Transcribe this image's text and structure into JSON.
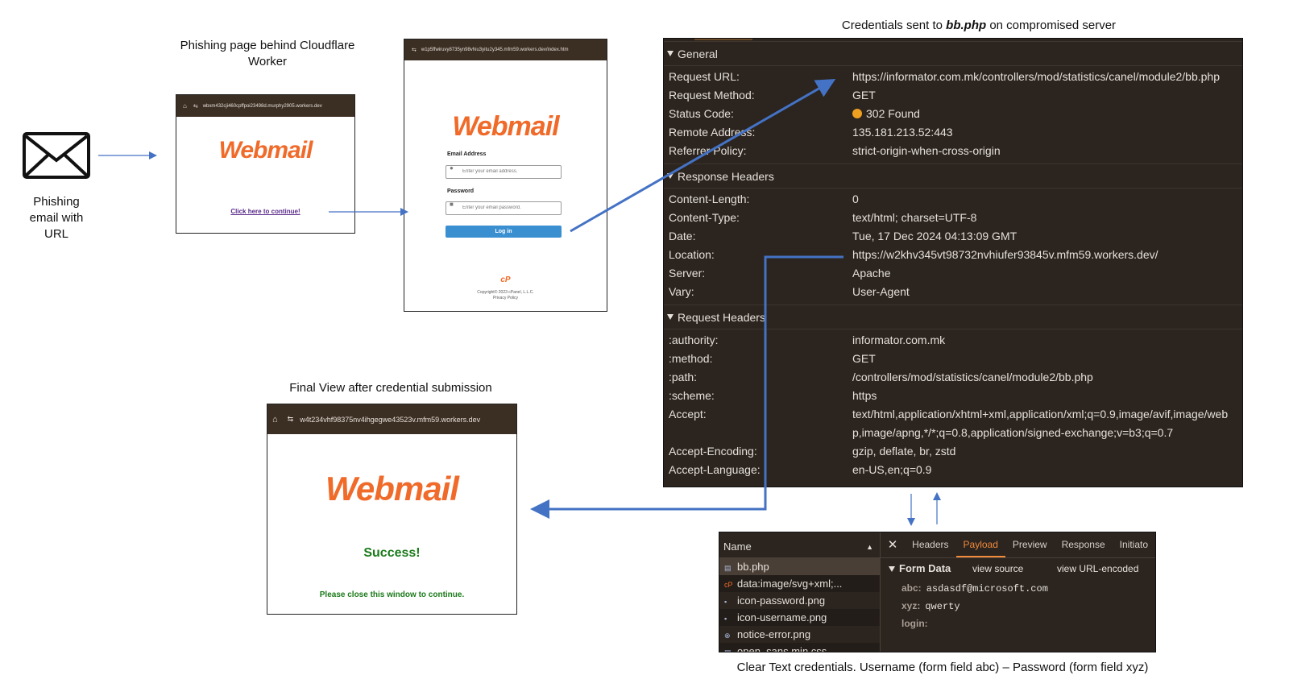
{
  "captions": {
    "phish_page": "Phishing page behind Cloudflare Worker",
    "credentials_sent_prefix": "Credentials sent to ",
    "credentials_sent_file": "bb.php",
    "credentials_sent_suffix": " on compromised server",
    "final_view": "Final View after credential submission",
    "email": "Phishing email with URL",
    "clear_text": "Clear Text credentials. Username (form field abc) – Password (form field xyz)"
  },
  "email_icon": "envelope-icon",
  "screen1": {
    "url": "wbxm432cji460cpffpoi23498d.murphy2905.workers.dev",
    "logo": "Webmail",
    "link": "Click here to continue!"
  },
  "screen2": {
    "url": "w1p5ffwiruvy8735yn98vhiu3yitu2y345.mfm59.workers.dev/index.htm",
    "logo": "Webmail",
    "email_label": "Email Address",
    "email_placeholder": "Enter your email address.",
    "password_label": "Password",
    "password_placeholder": "Enter your email password.",
    "login_button": "Log in",
    "footer_logo": "cP",
    "copyright": "Copyright© 2023 cPanel, L.L.C.",
    "privacy": "Privacy Policy"
  },
  "screen3": {
    "url": "w4t234vhf98375nv4ihgegwe43523v.mfm59.workers.dev",
    "logo": "Webmail",
    "success": "Success!",
    "close_msg": "Please close this window to continue."
  },
  "devtools": {
    "general_title": "General",
    "general": [
      {
        "k": "Request URL:",
        "v": "https://informator.com.mk/controllers/mod/statistics/canel/module2/bb.php"
      },
      {
        "k": "Request Method:",
        "v": "GET"
      },
      {
        "k": "Status Code:",
        "v": "302 Found"
      },
      {
        "k": "Remote Address:",
        "v": "135.181.213.52:443"
      },
      {
        "k": "Referrer Policy:",
        "v": "strict-origin-when-cross-origin"
      }
    ],
    "response_title": "Response Headers",
    "response": [
      {
        "k": "Content-Length:",
        "v": "0"
      },
      {
        "k": "Content-Type:",
        "v": "text/html; charset=UTF-8"
      },
      {
        "k": "Date:",
        "v": "Tue, 17 Dec 2024 04:13:09 GMT"
      },
      {
        "k": "Location:",
        "v": "https://w2khv345vt98732nvhiufer93845v.mfm59.workers.dev/"
      },
      {
        "k": "Server:",
        "v": "Apache"
      },
      {
        "k": "Vary:",
        "v": "User-Agent"
      }
    ],
    "request_title": "Request Headers",
    "request": [
      {
        "k": ":authority:",
        "v": "informator.com.mk"
      },
      {
        "k": ":method:",
        "v": "GET"
      },
      {
        "k": ":path:",
        "v": "/controllers/mod/statistics/canel/module2/bb.php"
      },
      {
        "k": ":scheme:",
        "v": "https"
      },
      {
        "k": "Accept:",
        "v": "text/html,application/xhtml+xml,application/xml;q=0.9,image/avif,image/web"
      },
      {
        "k": "",
        "v": "p,image/apng,*/*;q=0.8,application/signed-exchange;v=b3;q=0.7"
      },
      {
        "k": "Accept-Encoding:",
        "v": "gzip, deflate, br, zstd"
      },
      {
        "k": "Accept-Language:",
        "v": "en-US,en;q=0.9"
      }
    ],
    "status_color": "#f0a020"
  },
  "network": {
    "name_header": "Name",
    "files": [
      "bb.php",
      "data:image/svg+xml;...",
      "icon-password.png",
      "icon-username.png",
      "notice-error.png",
      "open_sans.min.css"
    ],
    "tabs": [
      "Headers",
      "Payload",
      "Preview",
      "Response",
      "Initiato"
    ],
    "active_tab": "Payload",
    "form_data_title": "Form Data",
    "view_source": "view source",
    "view_url_encoded": "view URL-encoded",
    "fields": [
      {
        "k": "abc:",
        "v": "asdasdf@microsoft.com"
      },
      {
        "k": "xyz:",
        "v": "qwerty"
      },
      {
        "k": "login:",
        "v": ""
      }
    ],
    "accent_color": "#f08a3c"
  },
  "colors": {
    "arrow": "#4472c4",
    "devtools_bg": "#2b241f",
    "logo": "#f06a2a",
    "button": "#3a8fd0",
    "success": "#1a7a1a"
  }
}
